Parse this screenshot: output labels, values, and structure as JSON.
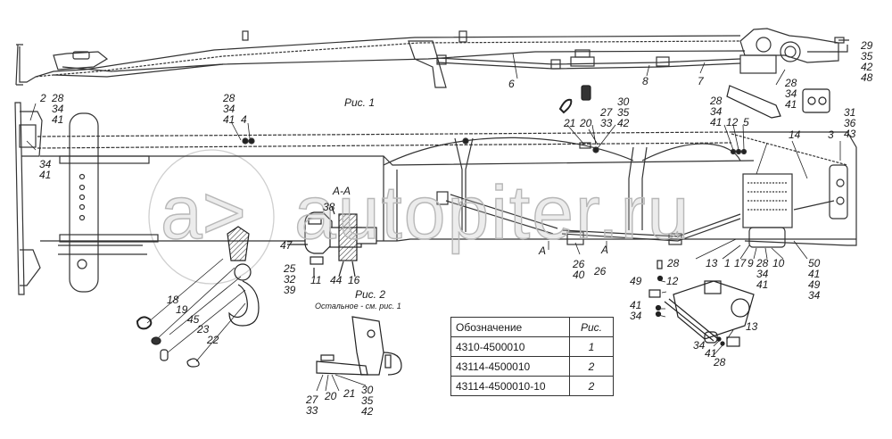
{
  "figure_captions": {
    "fig1": "Рис. 1",
    "fig2": "Рис. 2",
    "fig2_note": "Остальное - см. рис. 1",
    "section": "А-А",
    "section_mark_left": "А",
    "section_mark_right": "А"
  },
  "watermark": "autopiter.ru",
  "watermark_logo": "a>",
  "spec_table": {
    "headers": [
      "Обозначение",
      "Рис."
    ],
    "rows": [
      [
        "4310-4500010",
        "1"
      ],
      [
        "43114-4500010",
        "2"
      ],
      [
        "43114-4500010-10",
        "2"
      ]
    ]
  },
  "callouts": {
    "top_6": "6",
    "top_8": "8",
    "top_7": "7",
    "top_right_group": "29\n35\n42\n48",
    "top_winch_group": "28\n34\n41",
    "left_2": "2",
    "left_group_a": "28\n34\n41",
    "left_group_b": "34\n41",
    "mid_group_4": "28\n34\n41",
    "mid_4": "4",
    "c21": "21",
    "c20": "20",
    "c27_33": "27\n33",
    "c30_35_42": "30\n35\n42",
    "r_group": "28\n34\n41",
    "r12": "12",
    "r5": "5",
    "r14": "14",
    "r3": "3",
    "r31_36_43": "31\n36\n43",
    "aa_38": "38",
    "aa_47": "47",
    "aa_25_32_39": "25\n32\n39",
    "aa_11": "11",
    "aa_44": "44",
    "aa_16": "16",
    "hook_18": "18",
    "hook_19": "19",
    "hook_45": "45",
    "hook_23": "23",
    "hook_22": "22",
    "f2_27_33": "27\n33",
    "f2_20": "20",
    "f2_21": "21",
    "f2_30_35_42": "30\n35\n42",
    "s26_40": "26\n40",
    "s26": "26",
    "b28": "28",
    "b13": "13",
    "b1": "1",
    "b17": "17",
    "b9": "9",
    "b28_34_41": "28\n34\n41",
    "b10": "10",
    "b50_group": "50\n41\n49\n34",
    "w49": "49",
    "w12": "12",
    "w41": "41",
    "w34": "34",
    "d13": "13",
    "d34": "34",
    "d41": "41",
    "d28": "28"
  }
}
